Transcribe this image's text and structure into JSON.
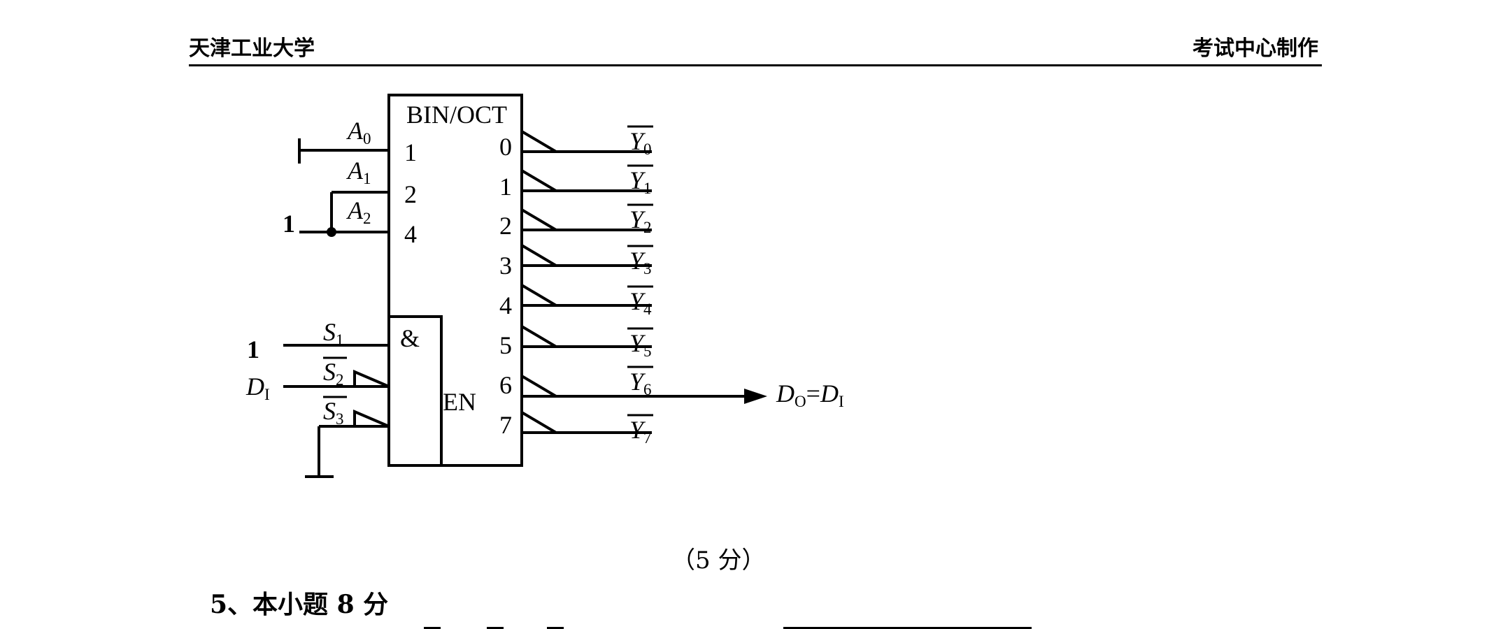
{
  "header": {
    "left": "天津工业大学",
    "right": "考试中心制作"
  },
  "diagram": {
    "block_title": "BIN/OCT",
    "and_symbol": "&",
    "enable_label": "EN",
    "address_inputs": [
      {
        "name": "A",
        "sub": "0",
        "weight": "1"
      },
      {
        "name": "A",
        "sub": "1",
        "weight": "2"
      },
      {
        "name": "A",
        "sub": "2",
        "weight": "4"
      }
    ],
    "const_one_a": "1",
    "const_one_s": "1",
    "enable_inputs": [
      {
        "name": "S",
        "sub": "1"
      },
      {
        "name": "S",
        "sub": "2"
      },
      {
        "name": "S",
        "sub": "3"
      }
    ],
    "data_input": {
      "name": "D",
      "sub": "I"
    },
    "outputs": [
      {
        "pin": "0",
        "name": "Y",
        "sub": "0"
      },
      {
        "pin": "1",
        "name": "Y",
        "sub": "1"
      },
      {
        "pin": "2",
        "name": "Y",
        "sub": "2"
      },
      {
        "pin": "3",
        "name": "Y",
        "sub": "3"
      },
      {
        "pin": "4",
        "name": "Y",
        "sub": "4"
      },
      {
        "pin": "5",
        "name": "Y",
        "sub": "5"
      },
      {
        "pin": "6",
        "name": "Y",
        "sub": "6"
      },
      {
        "pin": "7",
        "name": "Y",
        "sub": "7"
      }
    ],
    "result": {
      "d": "D",
      "o": "O",
      "eq": "=",
      "d2": "D",
      "i": "I"
    }
  },
  "score": "（5 分）",
  "question": "5、本小题 8 分"
}
